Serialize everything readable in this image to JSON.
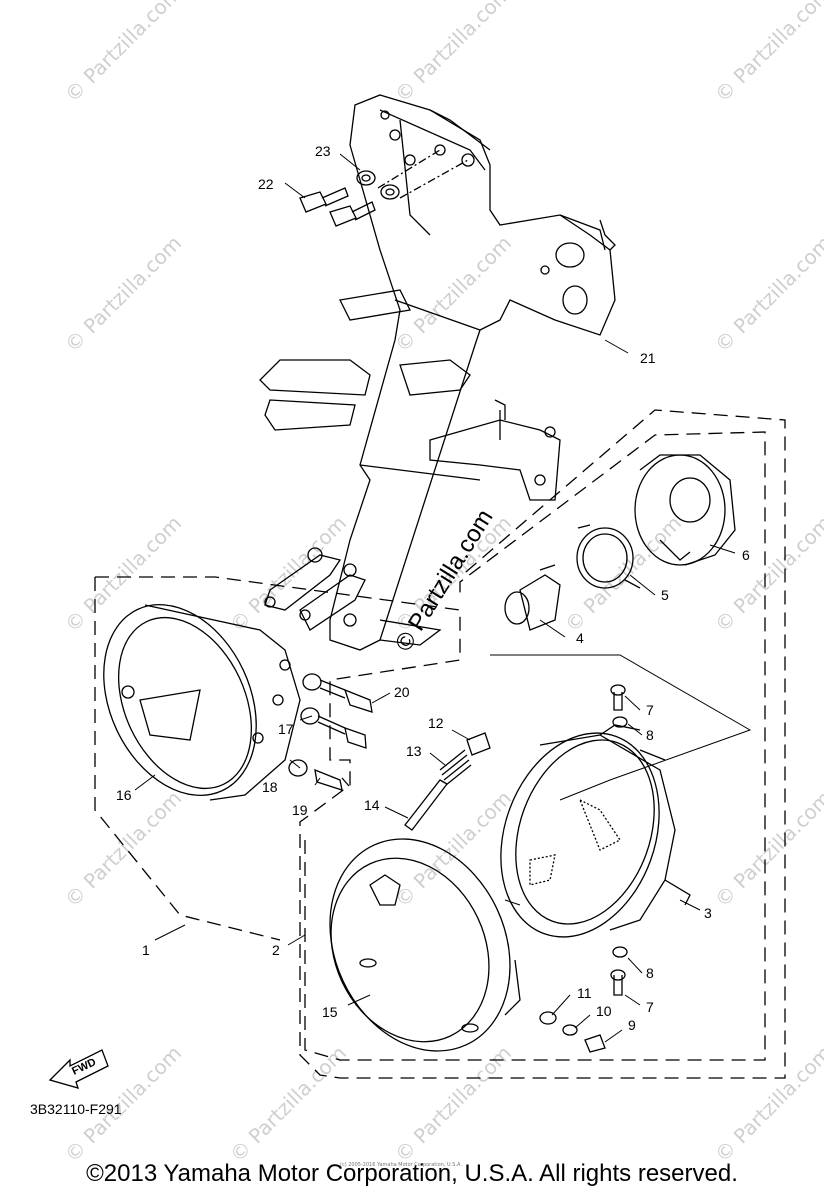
{
  "watermarks": [
    "© Partzilla.com",
    "© Partzilla.com",
    "© Partzilla.com",
    "© Partzilla.com",
    "© Partzilla.com",
    "© Partzilla.com",
    "© Partzilla.com",
    "© Partzilla.com",
    "© Partzilla.com",
    "© Partzilla.com",
    "© Partzilla.com",
    "© Partzilla.com",
    "© Partzilla.com",
    "© Partzilla.com",
    "© Partzilla.com",
    "© Partzilla.com",
    "© Partzilla.com",
    "© Partzilla.com"
  ],
  "diagram_watermark": "© Partzilla.com",
  "fwd_label": "FWD",
  "drawing_code": "3B32110-F291",
  "tiny_copyright": "(c) 2005-2016 Yamaha Motor Corporation, U.S.A.",
  "footer": "©2013 Yamaha Motor Corporation, U.S.A. All rights reserved.",
  "callouts": [
    "1",
    "2",
    "3",
    "4",
    "5",
    "6",
    "7",
    "7",
    "8",
    "8",
    "9",
    "10",
    "11",
    "12",
    "13",
    "14",
    "15",
    "16",
    "17",
    "18",
    "19",
    "20",
    "21",
    "22",
    "23"
  ]
}
